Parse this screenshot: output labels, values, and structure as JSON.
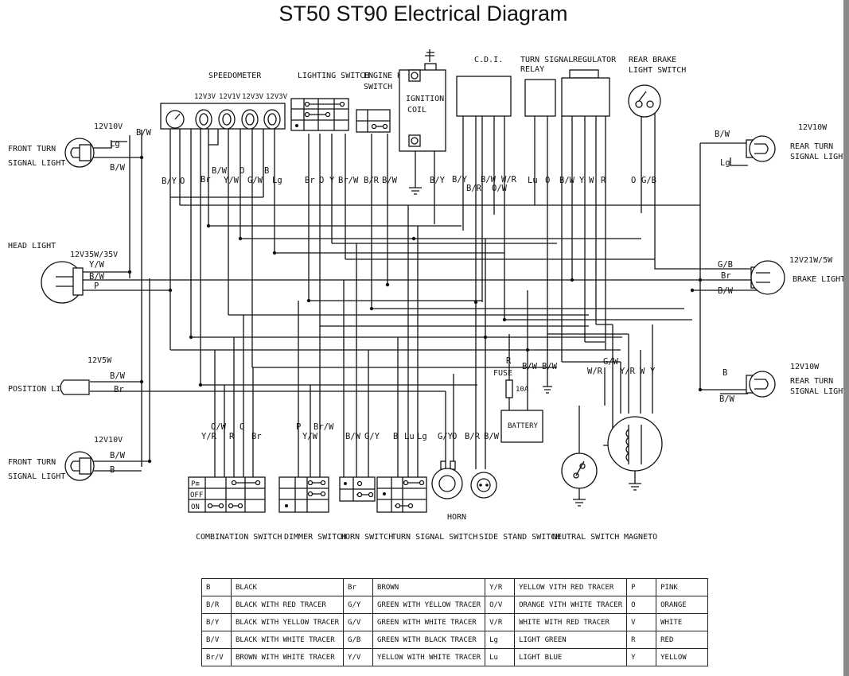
{
  "diagram": {
    "title": "ST50  ST90  Electrical Diagram",
    "components": {
      "front_turn_upper": {
        "label": "FRONT TURN",
        "label2": "SIGNAL LIGHT",
        "rating": "12V10V"
      },
      "head_light": {
        "label": "HEAD LIGHT",
        "rating": "12V35W/35V"
      },
      "position_light": {
        "label": "POSITION LIGHT",
        "rating": "12V5W"
      },
      "front_turn_lower": {
        "label": "FRONT TURN",
        "label2": "SIGNAL LIGHT",
        "rating": "12V10V"
      },
      "speedometer": {
        "label": "SPEEDOMETER",
        "bulbs": [
          "12V3V",
          "12V1V",
          "12V3V",
          "12V3V"
        ]
      },
      "lighting_switch": {
        "label": "LIGHTING SWITCH"
      },
      "engine_kill_switch": {
        "label": "ENGINE KILL",
        "label2": "SWITCH"
      },
      "ignition_coil": {
        "label": "IGNITION",
        "label2": "COIL"
      },
      "cdi": {
        "label": "C.D.I."
      },
      "turn_signal_relay": {
        "label": "TURN SIGNAL",
        "label2": "RELAY"
      },
      "regulator": {
        "label": "REGULATOR"
      },
      "rear_brake_switch": {
        "label": "REAR BRAKE",
        "label2": "LIGHT SWITCH"
      },
      "rear_turn_upper": {
        "label": "REAR TURN",
        "label2": "SIGNAL LIGHT",
        "rating": "12V10W"
      },
      "brake_light": {
        "label": "BRAKE LIGHT",
        "rating": "12V21W/5W"
      },
      "rear_turn_lower": {
        "label": "REAR TURN",
        "label2": "SIGNAL LIGHT",
        "rating": "12V10W"
      },
      "fuse": {
        "label": "FUSE",
        "rating": "10A"
      },
      "battery": {
        "label": "BATTERY"
      },
      "combination_switch": {
        "label": "COMBINATION SWITCH",
        "rows": [
          "P≡",
          "OFF",
          "ON"
        ]
      },
      "dimmer_switch": {
        "label": "DIMMER SWITCH"
      },
      "horn_switch": {
        "label": "HORN SWITCH"
      },
      "turn_signal_switch": {
        "label": "TURN SIGNAL SWITCH"
      },
      "horn": {
        "label": "HORN"
      },
      "side_stand_switch": {
        "label": "SIDE STAND SWITCH"
      },
      "neutral_switch": {
        "label": "NEUTRAL SWITCH"
      },
      "magneto": {
        "label": "MAGNETO"
      }
    },
    "wire_labels": {
      "ftu": [
        "B/W",
        "Lg",
        "B/W"
      ],
      "head": [
        "Y/W",
        "B/W",
        "P"
      ],
      "pos": [
        "B/W",
        "Br"
      ],
      "ftl": [
        "B/W",
        "B"
      ],
      "speedo": [
        "B/Y",
        "O",
        "Br",
        "B/W",
        "Y/W",
        "O",
        "G/W",
        "B",
        "Lg"
      ],
      "lightsw": [
        "Br",
        "O",
        "Y",
        "Br/W"
      ],
      "kill": [
        "B/R",
        "B/W"
      ],
      "coil": [
        "B/Y"
      ],
      "cdi": [
        "B/Y",
        "B/R",
        "B/W",
        "O/W",
        "W/R"
      ],
      "relay": [
        "Lu",
        "O"
      ],
      "reg": [
        "B/W",
        "Y",
        "W",
        "R"
      ],
      "brk": [
        "O",
        "G/B"
      ],
      "rtu": [
        "B/W",
        "Lg"
      ],
      "brake": [
        "G/B",
        "Br",
        "B/W"
      ],
      "rtl": [
        "B",
        "B/W"
      ],
      "batt": [
        "R",
        "B/W",
        "B/W"
      ],
      "mag": [
        "G/W",
        "W/R",
        "Y/R",
        "W",
        "Y"
      ],
      "combo": [
        "O/W",
        "O",
        "Y/R",
        "R",
        "Br"
      ],
      "dimmer": [
        "P",
        "Br/W",
        "Y/W"
      ],
      "hornsw": [
        "B/W",
        "G/Y"
      ],
      "turnsw": [
        "B",
        "Lu",
        "Lg"
      ],
      "horn": [
        "G/Y",
        "O"
      ],
      "side": [
        "B/R",
        "B/W"
      ]
    }
  },
  "legend": {
    "rows": [
      [
        {
          "code": "B",
          "name": "BLACK"
        },
        {
          "code": "Br",
          "name": "BROWN"
        },
        {
          "code": "Y/R",
          "name": "YELLOW VITH RED TRACER"
        },
        {
          "code": "P",
          "name": "PINK"
        }
      ],
      [
        {
          "code": "B/R",
          "name": "BLACK WITH RED TRACER"
        },
        {
          "code": "G/Y",
          "name": "GREEN WITH YELLOW TRACER"
        },
        {
          "code": "O/V",
          "name": "ORANGE VITH WHITE TRACER"
        },
        {
          "code": "O",
          "name": "ORANGE"
        }
      ],
      [
        {
          "code": "B/Y",
          "name": "BLACK WITH YELLOW TRACER"
        },
        {
          "code": "G/V",
          "name": "GREEN WITH WHITE TRACER"
        },
        {
          "code": "V/R",
          "name": "WHITE WITH RED TRACER"
        },
        {
          "code": "V",
          "name": "WHITE"
        }
      ],
      [
        {
          "code": "B/V",
          "name": "BLACK WITH WHITE TRACER"
        },
        {
          "code": "G/B",
          "name": "GREEN WITH BLACK TRACER"
        },
        {
          "code": "Lg",
          "name": "LIGHT GREEN"
        },
        {
          "code": "R",
          "name": "RED"
        }
      ],
      [
        {
          "code": "Br/V",
          "name": "BROWN WITH WHITE TRACER"
        },
        {
          "code": "Y/V",
          "name": "YELLOW WITH WHITE TRACER"
        },
        {
          "code": "Lu",
          "name": "LIGHT BLUE"
        },
        {
          "code": "Y",
          "name": "YELLOW"
        }
      ]
    ]
  }
}
